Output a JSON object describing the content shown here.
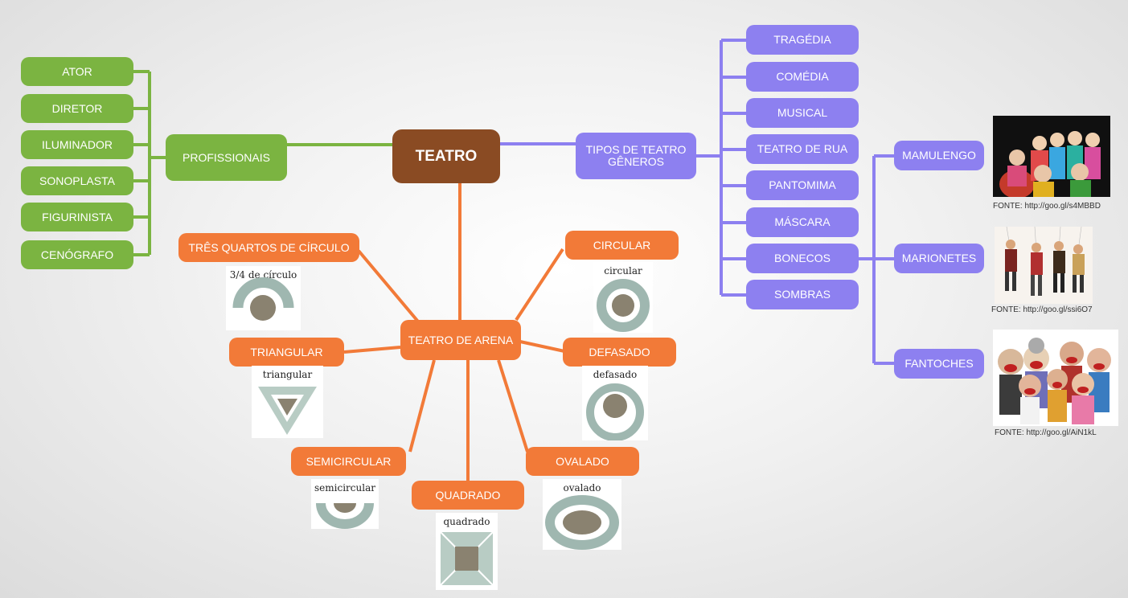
{
  "diagram": {
    "root": "TEATRO",
    "professionals": {
      "label": "PROFISSIONAIS",
      "items": [
        "ATOR",
        "DIRETOR",
        "ILUMINADOR",
        "SONOPLASTA",
        "FIGURINISTA",
        "CENÓGRAFO"
      ]
    },
    "genres": {
      "label": "TIPOS DE TEATRO GÊNEROS",
      "items": [
        "TRAGÉDIA",
        "COMÉDIA",
        "MUSICAL",
        "TEATRO DE RUA",
        "PANTOMIMA",
        "MÁSCARA",
        "BONECOS",
        "SOMBRAS"
      ],
      "puppets": [
        "MAMULENGO",
        "MARIONETES",
        "FANTOCHES"
      ],
      "sources": [
        "FONTE: http://goo.gl/s4MBBD",
        "FONTE: http://goo.gl/ssi6O7",
        "FONTE: http://goo.gl/AiN1kL"
      ]
    },
    "arena": {
      "label": "TEATRO DE ARENA",
      "items": [
        "TRÊS QUARTOS DE CÍRCULO",
        "CIRCULAR",
        "TRIANGULAR",
        "DEFASADO",
        "SEMICIRCULAR",
        "OVALADO",
        "QUADRADO"
      ],
      "captions": [
        "3/4 de círculo",
        "circular",
        "triangular",
        "defasado",
        "semicircular",
        "ovalado",
        "quadrado"
      ]
    }
  },
  "colors": {
    "root": "#8a4b23",
    "professionals": "#7bb441",
    "genres": "#8d80f0",
    "arena": "#f27a38"
  }
}
